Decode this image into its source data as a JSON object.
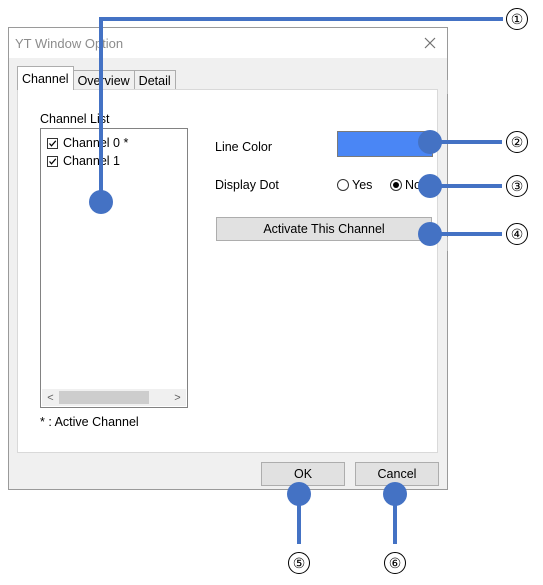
{
  "window": {
    "title": "YT Window Option",
    "close_glyph": "✕"
  },
  "tabs": [
    {
      "label": "Channel",
      "active": true
    },
    {
      "label": "Overview",
      "active": false
    },
    {
      "label": "Detail",
      "active": false
    }
  ],
  "channel_list": {
    "label": "Channel List",
    "items": [
      {
        "label": "Channel 0 *",
        "checked": true
      },
      {
        "label": "Channel 1",
        "checked": true
      }
    ],
    "scroll_left": "<",
    "scroll_right": ">",
    "footnote": "* : Active Channel"
  },
  "line_color": {
    "label": "Line Color",
    "value": "#4a86f5"
  },
  "display_dot": {
    "label": "Display Dot",
    "options": [
      {
        "label": "Yes",
        "selected": false
      },
      {
        "label": "No",
        "selected": true
      }
    ]
  },
  "activate_button": "Activate This Channel",
  "footer": {
    "ok": "OK",
    "cancel": "Cancel"
  },
  "callouts": {
    "c1": "①",
    "c2": "②",
    "c3": "③",
    "c4": "④",
    "c5": "⑤",
    "c6": "⑥",
    "color": "#4472c4"
  }
}
